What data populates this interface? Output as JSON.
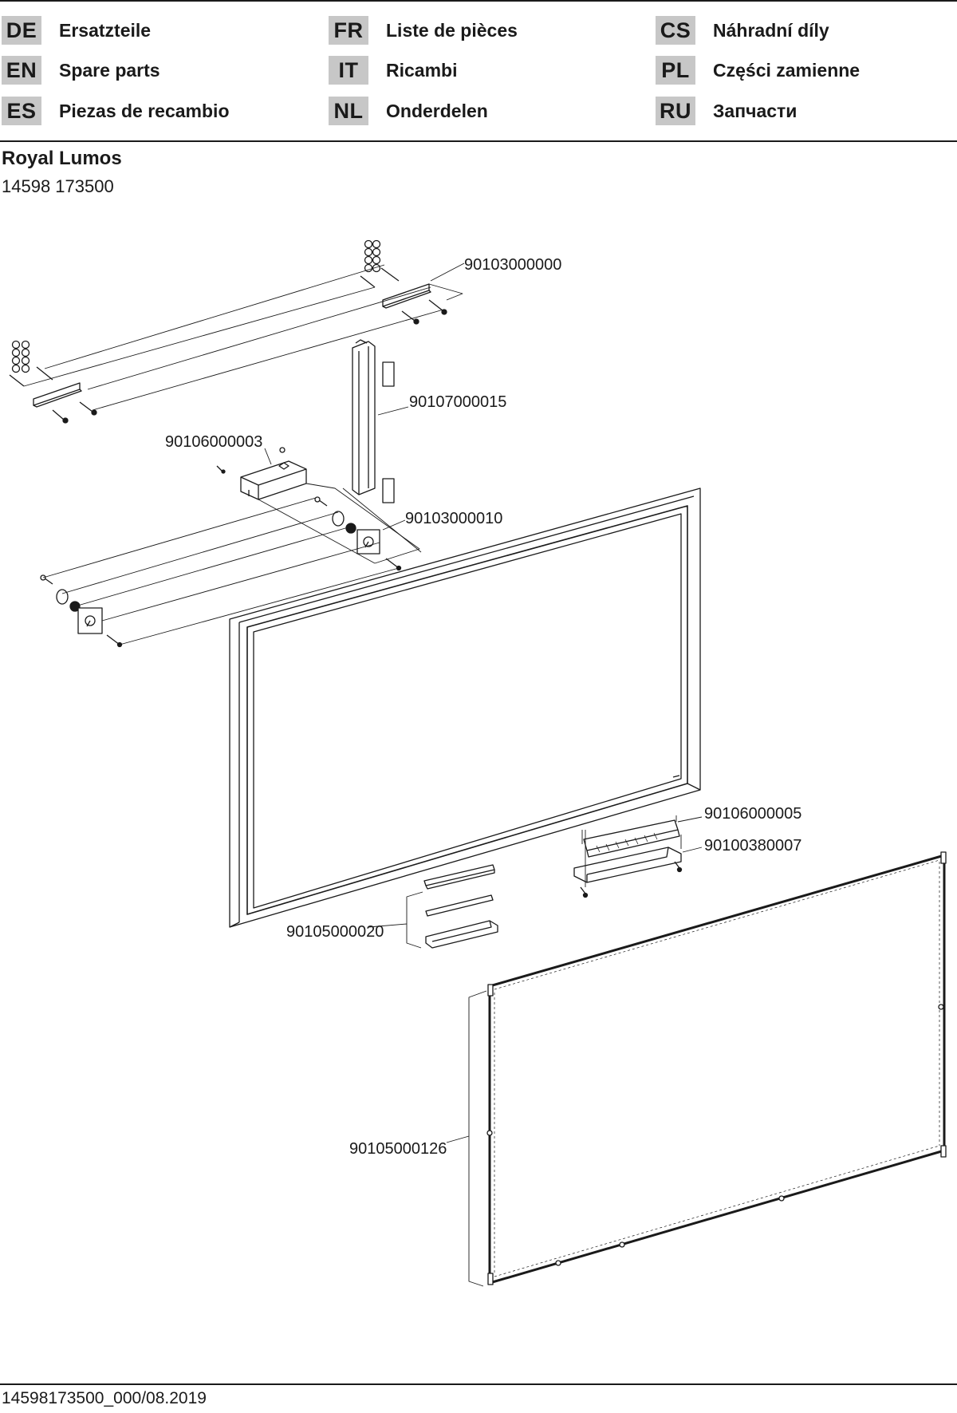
{
  "header": {
    "languages": [
      {
        "code": "DE",
        "label": "Ersatzteile"
      },
      {
        "code": "EN",
        "label": "Spare parts"
      },
      {
        "code": "ES",
        "label": "Piezas de recambio"
      },
      {
        "code": "FR",
        "label": "Liste de pièces"
      },
      {
        "code": "IT",
        "label": "Ricambi"
      },
      {
        "code": "NL",
        "label": "Onderdelen"
      },
      {
        "code": "CS",
        "label": "Náhradní díly"
      },
      {
        "code": "PL",
        "label": "Części zamienne"
      },
      {
        "code": "RU",
        "label": "Запчасти"
      }
    ]
  },
  "product": {
    "name": "Royal Lumos",
    "number": "14598 173500"
  },
  "diagram": {
    "parts": [
      "90103000000",
      "90107000015",
      "90106000003",
      "90103000010",
      "90106000005",
      "90100380007",
      "90105000020",
      "90105000126"
    ]
  },
  "footer": {
    "document_code": "14598173500_000/08.2019"
  }
}
